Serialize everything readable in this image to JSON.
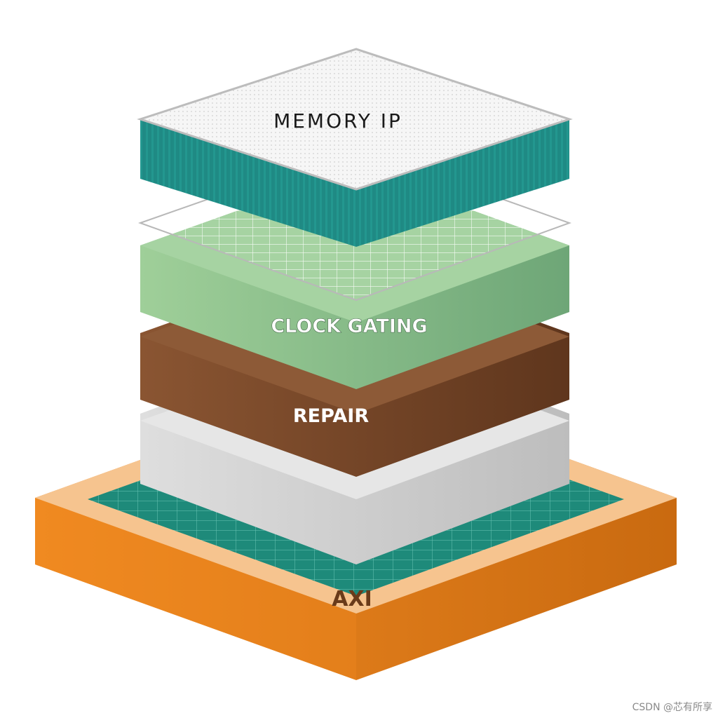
{
  "diagram": {
    "layers": [
      {
        "id": "memory_ip",
        "label": "MEMORY IP",
        "color": "#1f8a84"
      },
      {
        "id": "clock_gating",
        "label": "CLOCK GATING",
        "color": "#7fbf8c"
      },
      {
        "id": "repair",
        "label": "REPAIR",
        "color": "#7a4a2c"
      },
      {
        "id": "base_white",
        "label": "",
        "color": "#d6d6d6"
      },
      {
        "id": "axi",
        "label": "AXI",
        "color": "#f0891f"
      }
    ]
  },
  "watermark": "CSDN @芯有所享"
}
